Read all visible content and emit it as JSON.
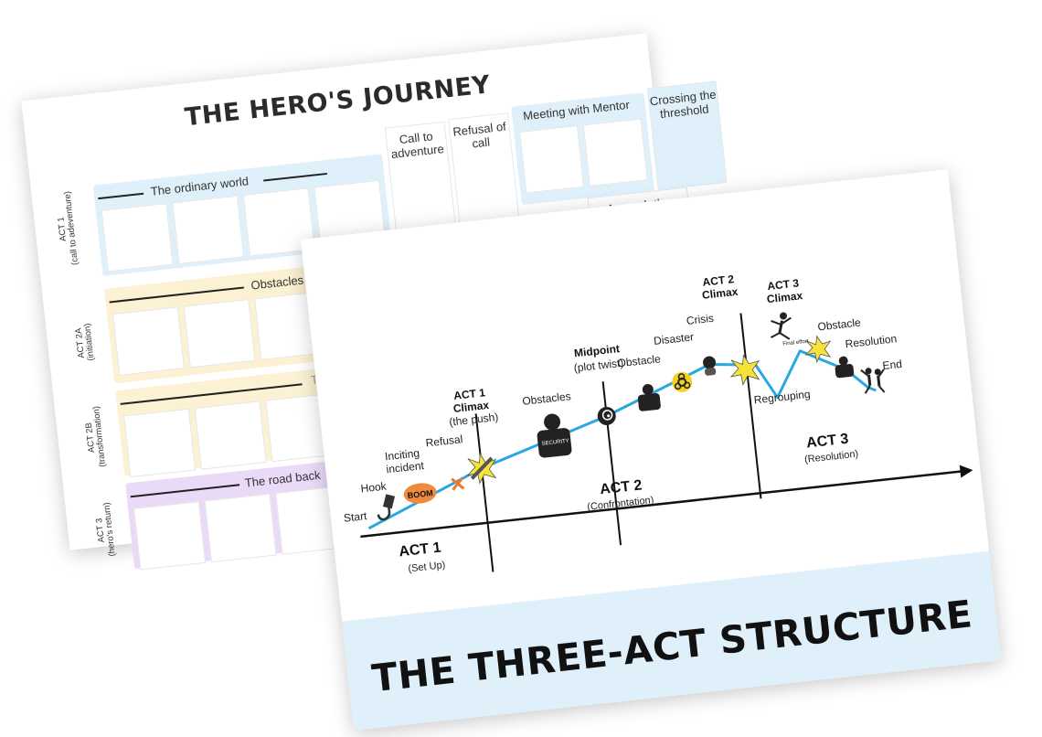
{
  "heros_journey": {
    "title": "THE HERO'S JOURNEY",
    "acts": [
      {
        "label": "ACT 1",
        "sub": "(call to adeventure)",
        "color": "#dff0fb"
      },
      {
        "label": "ACT 2A",
        "sub": "(initiation)",
        "color": "#fcf1d2"
      },
      {
        "label": "ACT 2B",
        "sub": "(transformation)",
        "color": "#fcf1d2"
      },
      {
        "label": "ACT 3",
        "sub": "(hero's return)",
        "color": "#ead9f7"
      }
    ],
    "stages": {
      "ordinary_world": "The ordinary world",
      "call_to_adventure": "Call to adventure",
      "refusal_of_call": "Refusal of call",
      "meeting_with_mentor": "Meeting with Mentor",
      "crossing_threshold": "Crossing the threshold",
      "obstacles_allies_enemies": "Obstacles - Alies - Enemies",
      "approach_inmost_cave": "Aproach the inmost cave",
      "ordeal_partial": "Th",
      "road_back": "The road back"
    }
  },
  "three_act": {
    "title": "THE THREE-ACT STRUCTURE",
    "acts": [
      {
        "name": "ACT 1",
        "sub": "(Set Up)"
      },
      {
        "name": "ACT 2",
        "sub": "(Confrontation)"
      },
      {
        "name": "ACT 3",
        "sub": "(Resolution)"
      }
    ],
    "beats": {
      "start": "Start",
      "hook": "Hook",
      "inciting_1": "Inciting",
      "inciting_2": "incident",
      "refusal": "Refusal",
      "act1_climax_1": "ACT 1",
      "act1_climax_2": "Climax",
      "the_push": "(the push)",
      "obstacles": "Obstacles",
      "midpoint": "Midpoint",
      "plot_twist": "(plot twist)",
      "obstacle": "Obstacle",
      "disaster": "Disaster",
      "crisis": "Crisis",
      "act2_climax_1": "ACT 2",
      "act2_climax_2": "Climax",
      "regrouping": "Regrouping",
      "act3_climax_1": "ACT 3",
      "act3_climax_2": "Climax",
      "final_effort": "Final effort",
      "obstacle_2": "Obstacle",
      "resolution": "Resolution",
      "end": "End"
    },
    "icons": {
      "boom_text": "BOOM",
      "security_text": "SECURITY"
    },
    "colors": {
      "plot_line": "#29a8df",
      "banner": "#dff0fb",
      "boom": "#f08a3c",
      "refusal_x": "#ea7a2c",
      "star": "#f5e33a",
      "hazard": "#f3d21f"
    }
  }
}
